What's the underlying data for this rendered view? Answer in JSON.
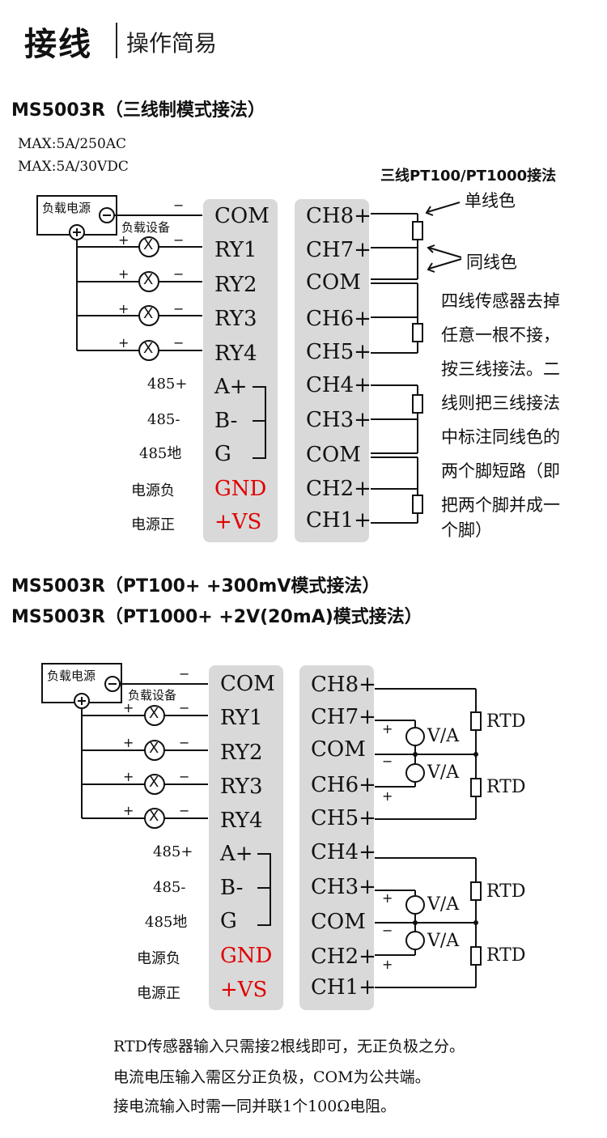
{
  "header": {
    "title": "接线",
    "subtitle": "操作简易"
  },
  "section1": {
    "title": "MS5003R（三线制模式接法）",
    "ratings": [
      "MAX:5A/250AC",
      "MAX:5A/30VDC"
    ],
    "pt_title": "三线PT100/PT1000接法",
    "load_power": "负载电源",
    "load_device": "负载设备",
    "left_pins": [
      "COM",
      "RY1",
      "RY2",
      "RY3",
      "RY4",
      "A+",
      "B-",
      "G",
      "GND",
      "+VS"
    ],
    "side_labels": [
      "485+",
      "485-",
      "485地",
      "电源负",
      "电源正"
    ],
    "right_pins": [
      "CH8+",
      "CH7+",
      "COM",
      "CH6+",
      "CH5+",
      "CH4+",
      "CH3+",
      "COM",
      "CH2+",
      "CH1+"
    ],
    "single_color": "单线色",
    "same_color": "同线色",
    "notes": [
      "四线传感器去掉",
      "任意一根不接，",
      "按三线接法。二",
      "线则把三线接法",
      "中标注同线色的",
      "两个脚短路（即",
      "把两个脚并成一",
      "个脚）"
    ]
  },
  "section2": {
    "titles": [
      "MS5003R（PT100+ +300mV模式接法）",
      "MS5003R（PT1000+ +2V(20mA)模式接法）"
    ],
    "load_power": "负载电源",
    "load_device": "负载设备",
    "left_pins": [
      "COM",
      "RY1",
      "RY2",
      "RY3",
      "RY4",
      "A+",
      "B-",
      "G",
      "GND",
      "+VS"
    ],
    "side_labels": [
      "485+",
      "485-",
      "485地",
      "电源负",
      "电源正"
    ],
    "right_pins": [
      "CH8+",
      "CH7+",
      "COM",
      "CH6+",
      "CH5+",
      "CH4+",
      "CH3+",
      "COM",
      "CH2+",
      "CH1+"
    ],
    "rtd_label": "RTD",
    "va_label": "V/A"
  },
  "bottom_notes": [
    "RTD传感器输入只需接2根线即可，无正负极之分。",
    "电流电压输入需区分正负极，COM为公共端。",
    "接电流输入时需一同并联1个100Ω电阻。"
  ],
  "colors": {
    "power_pin": "#e00000",
    "panel": "#d9d9d9"
  }
}
